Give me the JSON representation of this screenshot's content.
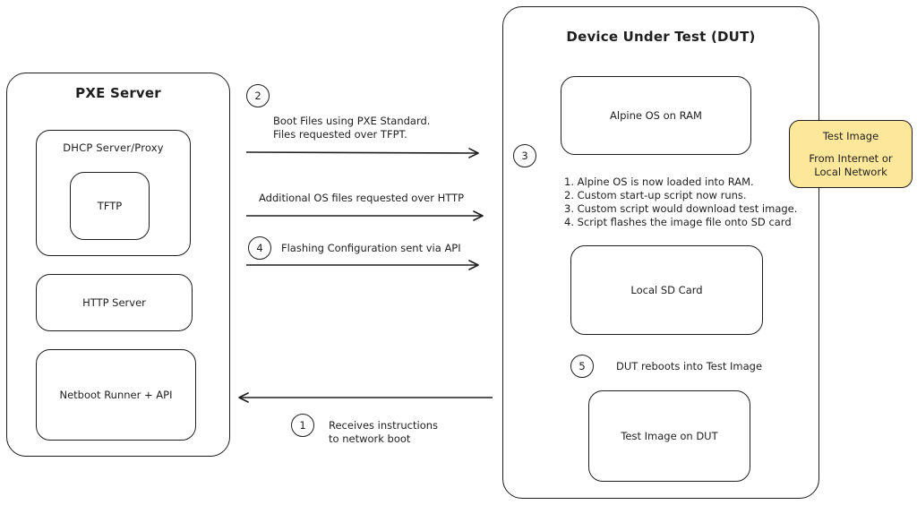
{
  "pxe_server": {
    "title": "PXE Server",
    "dhcp_label": "DHCP Server/Proxy",
    "tftp_label": "TFTP",
    "http_label": "HTTP Server",
    "netboot_label": "Netboot Runner + API"
  },
  "dut": {
    "title": "Device Under Test (DUT)",
    "alpine_label": "Alpine OS on RAM",
    "sd_label": "Local SD Card",
    "test_image_label": "Test Image on DUT",
    "steps_note": "1. Alpine OS is now loaded into RAM.\n2. Custom start-up script now runs.\n3. Custom script would download test image.\n4. Script flashes the image file onto SD card"
  },
  "test_image_source": {
    "title": "Test Image",
    "subtitle": "From Internet or\nLocal Network",
    "fill_color": "#fde79a"
  },
  "flows": {
    "step1": {
      "number": "1",
      "text": "Receives instructions\nto network boot"
    },
    "step2": {
      "number": "2",
      "text": "Boot Files using PXE Standard.\nFiles requested over TFPT."
    },
    "http_request": {
      "text": "Additional OS files requested over HTTP"
    },
    "step3": {
      "number": "3"
    },
    "step4": {
      "number": "4",
      "text": "Flashing Configuration sent via API"
    },
    "step5": {
      "number": "5",
      "text": "DUT reboots into Test Image"
    }
  },
  "colors": {
    "stroke": "#1e1e1e",
    "background": "#ffffff"
  }
}
